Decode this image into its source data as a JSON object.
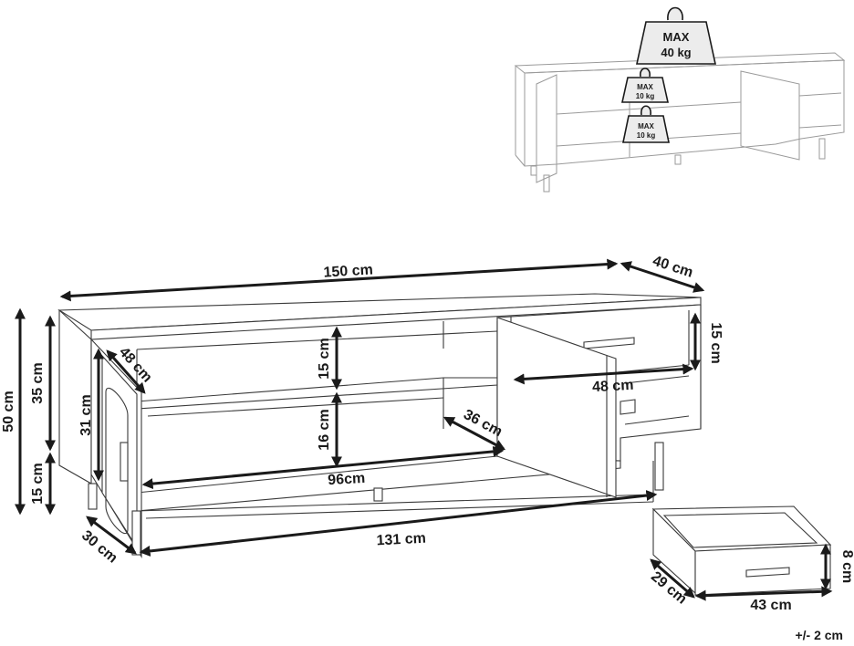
{
  "weights": {
    "top": {
      "line1": "MAX",
      "line2": "40 kg"
    },
    "shelf_upper": {
      "line1": "MAX",
      "line2": "10 kg"
    },
    "shelf_lower": {
      "line1": "MAX",
      "line2": "10 kg"
    }
  },
  "dimensions": {
    "total_width": "150 cm",
    "depth": "40 cm",
    "total_height": "50 cm",
    "body_height": "35 cm",
    "leg_height": "15 cm",
    "door_height": "31 cm",
    "door_width": "48 cm",
    "upper_compartment": "15 cm",
    "lower_compartment": "16 cm",
    "inner_depth": "36 cm",
    "inner_width": "96cm",
    "leg_spacing": "131 cm",
    "leg_depth": "30 cm",
    "drawer_height_right": "15 cm",
    "drawer_width_right": "48 cm"
  },
  "drawer": {
    "height": "8 cm",
    "depth": "29 cm",
    "width": "43 cm"
  },
  "tolerance": "+/- 2 cm"
}
